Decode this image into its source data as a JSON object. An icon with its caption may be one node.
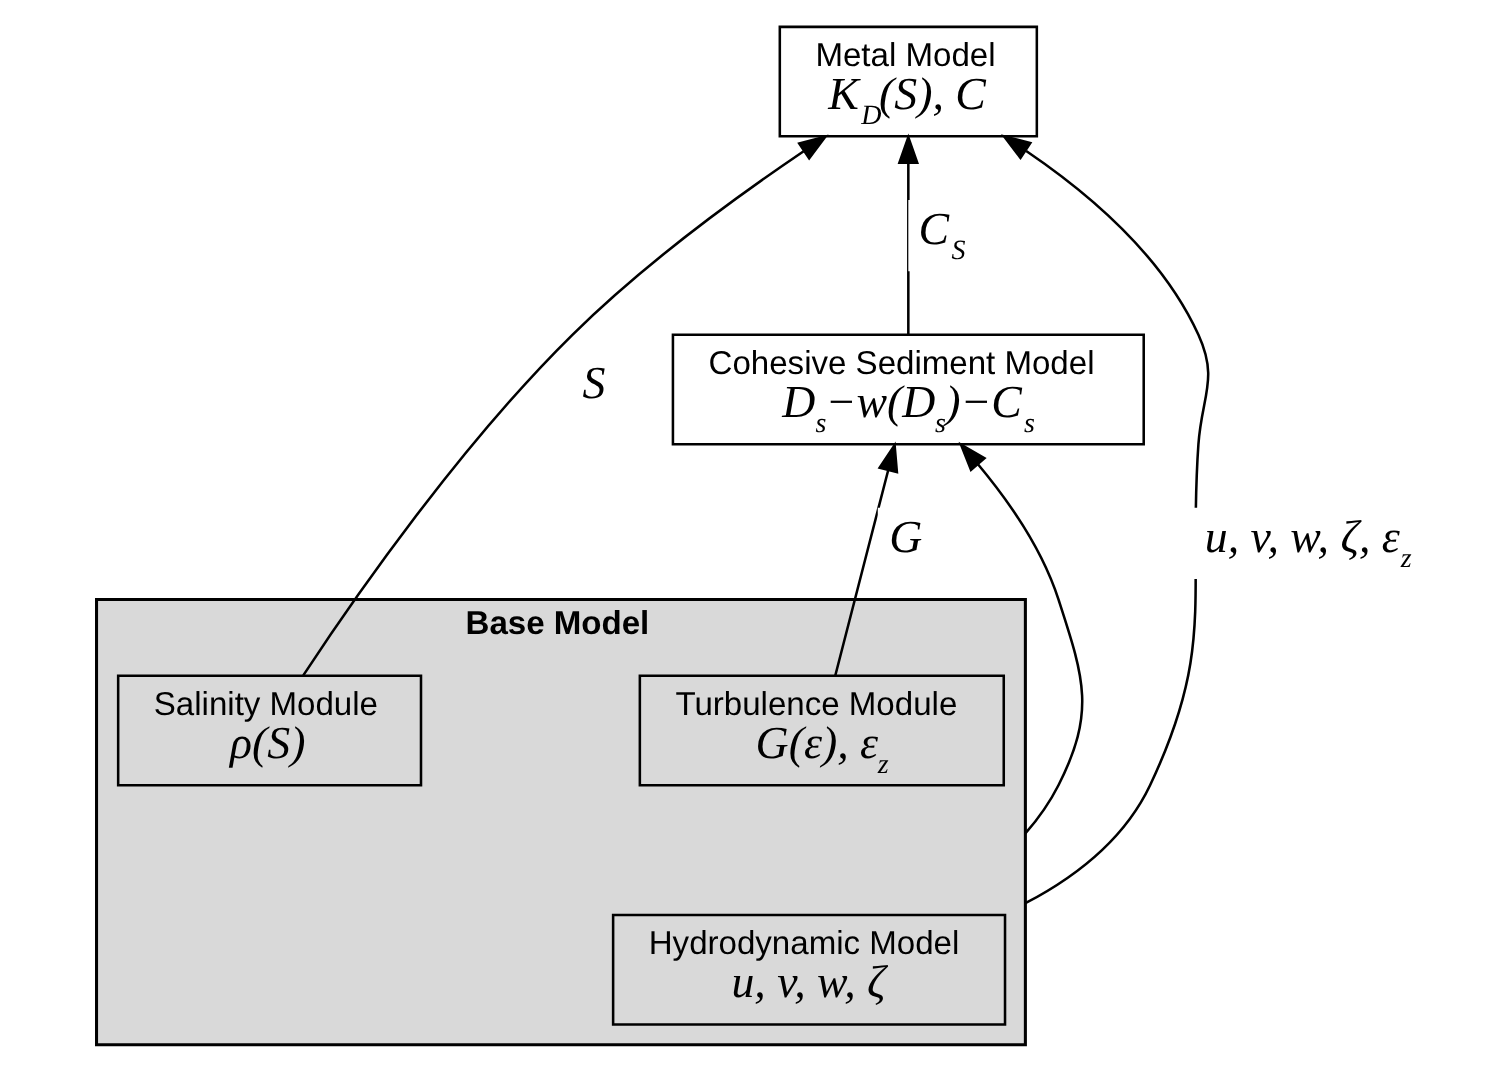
{
  "diagram": {
    "nodes": [
      {
        "text": [
          "Metal Model",
          "K$_{D}$(S), C"
        ]
      },
      {
        "text": [
          "Cohesive Sediment Model",
          "D$_{s}$−w(D$_{s}$)−C$_{s}$"
        ]
      },
      {
        "text": [
          "Base Model"
        ]
      },
      {
        "text": [
          "Turbulence Module",
          "G(ε), ε$_{z}$"
        ],
        "in": 2
      },
      {
        "text": [
          "Salinity Module",
          "ρ(S)"
        ],
        "in": 2
      },
      {
        "text": [
          "Hydrodynamic Model",
          "u, v, w, ζ"
        ],
        "in": 2
      }
    ],
    "edges": [
      {
        "from": 2,
        "to": 0,
        "arrow": "to",
        "label": "u, v, w, ζ, ε$_{z}$"
      },
      {
        "from": 2,
        "to": 1,
        "arrow": "to"
      },
      {
        "from": 3,
        "to": 1,
        "arrow": "to",
        "label": "G"
      },
      {
        "from": 4,
        "to": 0,
        "arrow": "to",
        "label": "S"
      },
      {
        "from": 1,
        "to": 0,
        "arrow": "to",
        "label": "C$_{S}$"
      }
    ]
  }
}
